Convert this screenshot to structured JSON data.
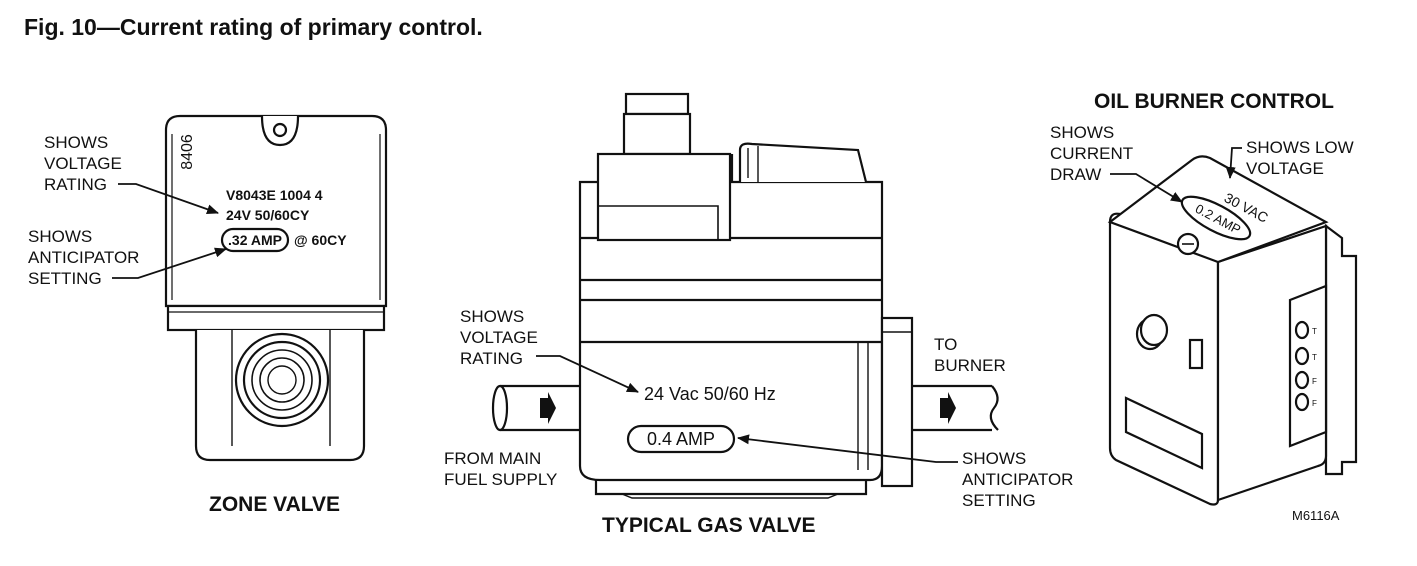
{
  "figure": {
    "title": "Fig. 10—Current rating of primary control."
  },
  "zone_valve": {
    "heading": "ZONE VALVE",
    "serial": "8406",
    "model": "V8043E 1004 4",
    "voltage": "24V 50/60CY",
    "amp": ".32 AMP",
    "freq": "@ 60CY",
    "callout_voltage": [
      "SHOWS",
      "VOLTAGE",
      "RATING"
    ],
    "callout_anticipator": [
      "SHOWS",
      "ANTICIPATOR",
      "SETTING"
    ]
  },
  "gas_valve": {
    "heading": "TYPICAL GAS VALVE",
    "voltage": "24 Vac 50/60 Hz",
    "amp": "0.4 AMP",
    "callout_voltage": [
      "SHOWS",
      "VOLTAGE",
      "RATING"
    ],
    "callout_anticipator": [
      "SHOWS",
      "ANTICIPATOR",
      "SETTING"
    ],
    "inlet_label": [
      "FROM MAIN",
      "FUEL SUPPLY"
    ],
    "outlet_label": [
      "TO",
      "BURNER"
    ]
  },
  "oil_control": {
    "heading": "OIL BURNER CONTROL",
    "voltage": "30 VAC",
    "amp": "0.2 AMP",
    "callout_current": [
      "SHOWS",
      "CURRENT",
      "DRAW"
    ],
    "callout_low_voltage": [
      "SHOWS LOW",
      "VOLTAGE"
    ],
    "terminals": [
      "T",
      "T",
      "F",
      "F"
    ],
    "part_code": "M6116A"
  }
}
